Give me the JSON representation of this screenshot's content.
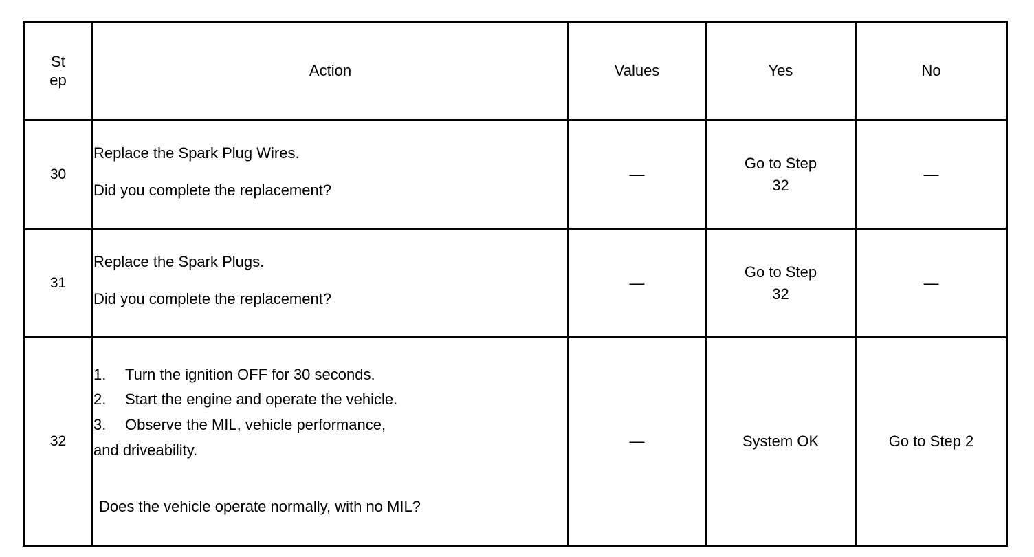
{
  "table": {
    "headers": {
      "step_line1": "St",
      "step_line2": "ep",
      "action": "Action",
      "values": "Values",
      "yes": "Yes",
      "no": "No"
    },
    "rows": [
      {
        "step": "30",
        "action_lines": [
          "Replace the Spark Plug Wires.",
          "Did you complete the replacement?"
        ],
        "values": "—",
        "yes_line1": "Go to Step",
        "yes_line2": "32",
        "no": "—"
      },
      {
        "step": "31",
        "action_lines": [
          "Replace the Spark Plugs.",
          "Did you complete the replacement?"
        ],
        "values": "—",
        "yes_line1": "Go to Step",
        "yes_line2": "32",
        "no": "—"
      },
      {
        "step": "32",
        "steps_list": [
          {
            "num": "1.",
            "text": "Turn the ignition OFF for 30 seconds."
          },
          {
            "num": "2.",
            "text": "Start the engine and operate the vehicle."
          },
          {
            "num": "3.",
            "text": "Observe the MIL, vehicle performance,"
          }
        ],
        "continuation": "and driveability.",
        "question": "Does the vehicle operate normally, with no MIL?",
        "values": "—",
        "yes": "System OK",
        "no": "Go to Step 2"
      }
    ]
  }
}
